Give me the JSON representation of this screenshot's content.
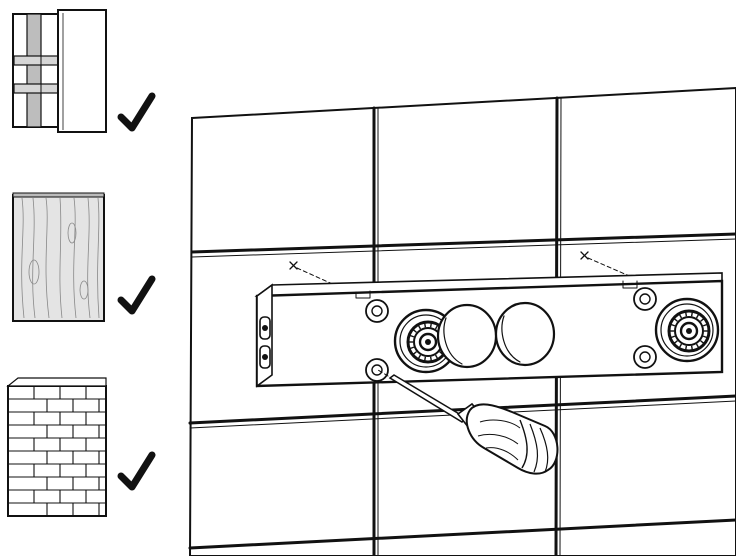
{
  "colors": {
    "ink": "#111111",
    "background": "#ffffff",
    "wall_fill": "#ffffff",
    "stud_gray": "#bdbdbd",
    "wood_gray": "#e4e4e4",
    "body_fill": "#ffffff"
  },
  "mounting_surfaces": [
    {
      "name": "drywall-stud-wall",
      "status_icon": "check-mark-icon",
      "accepted": true
    },
    {
      "name": "wood-panel-wall",
      "status_icon": "check-mark-icon",
      "accepted": true
    },
    {
      "name": "brick-wall",
      "status_icon": "check-mark-icon",
      "accepted": true
    }
  ],
  "main_illustration": {
    "wall": "tiled-wall",
    "fixture": "concealed-valve-body",
    "tool": "screwdriver-icon",
    "fixing_points": 4,
    "drill_marks": 2
  }
}
